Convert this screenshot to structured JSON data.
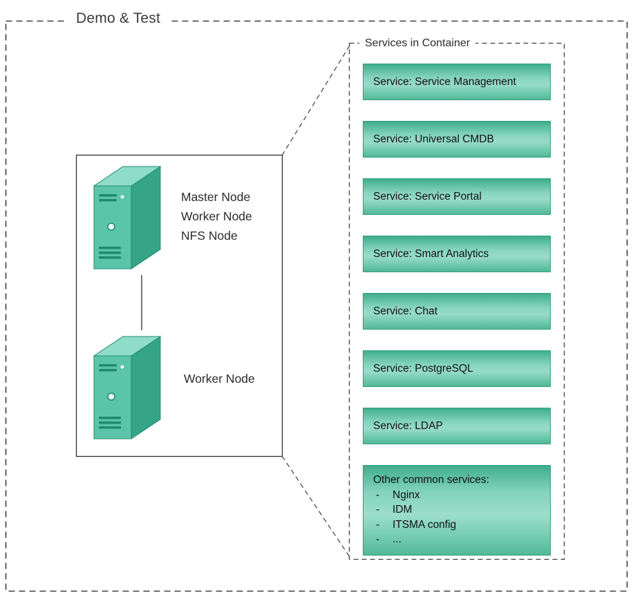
{
  "title": "Demo & Test",
  "cluster": {
    "node1_labels": [
      "Master Node",
      "Worker Node",
      "NFS Node"
    ],
    "node2_labels": [
      "Worker Node"
    ]
  },
  "services_container": {
    "title": "Services in Container",
    "services": [
      "Service: Service Management",
      "Service: Universal CMDB",
      "Service: Service Portal",
      "Service: Smart Analytics",
      "Service: Chat",
      "Service: PostgreSQL",
      "Service: LDAP"
    ],
    "other": {
      "title": "Other common services:",
      "bullet_char": "-",
      "items": [
        "Nginx",
        "IDM",
        "ITSMA config",
        "..."
      ]
    }
  },
  "icons": {
    "node": "server-tower-icon"
  },
  "colors": {
    "accent_teal": "#4FBFA2",
    "service_border": "#2E9E80",
    "dashed_line": "#3D3D3D",
    "text": "#2B2B2B"
  }
}
